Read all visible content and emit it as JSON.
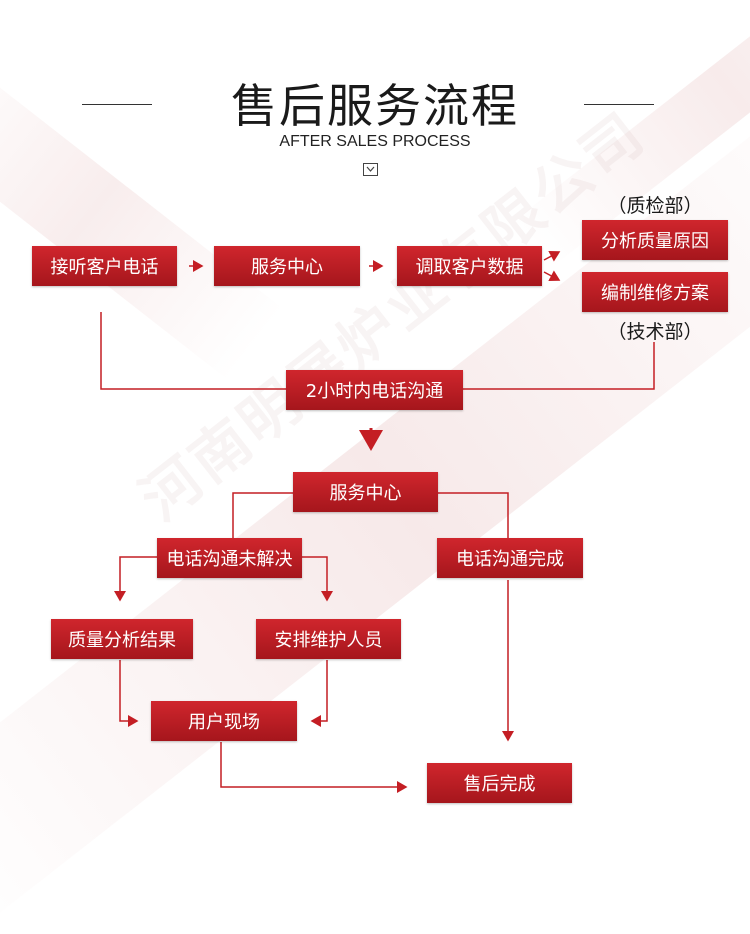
{
  "header": {
    "title": "售后服务流程",
    "subtitle": "AFTER SALES PROCESS"
  },
  "watermark": "河南明展炉业有限公司",
  "flow": {
    "answer_call": "接听客户电话",
    "service_center_1": "服务中心",
    "retrieve_data": "调取客户数据",
    "analyze_quality": "分析质量原因",
    "make_repair_plan": "编制维修方案",
    "quality_dept": "（质检部）",
    "tech_dept": "（技术部）",
    "phone_within_2h": "2小时内电话沟通",
    "service_center_2": "服务中心",
    "phone_unresolved": "电话沟通未解决",
    "phone_resolved": "电话沟通完成",
    "quality_result": "质量分析结果",
    "arrange_staff": "安排维护人员",
    "user_site": "用户现场",
    "after_sales_done": "售后完成"
  },
  "colors": {
    "accent": "#c41e24",
    "line": "#c41e24",
    "text_dark": "#1a1a1a"
  }
}
